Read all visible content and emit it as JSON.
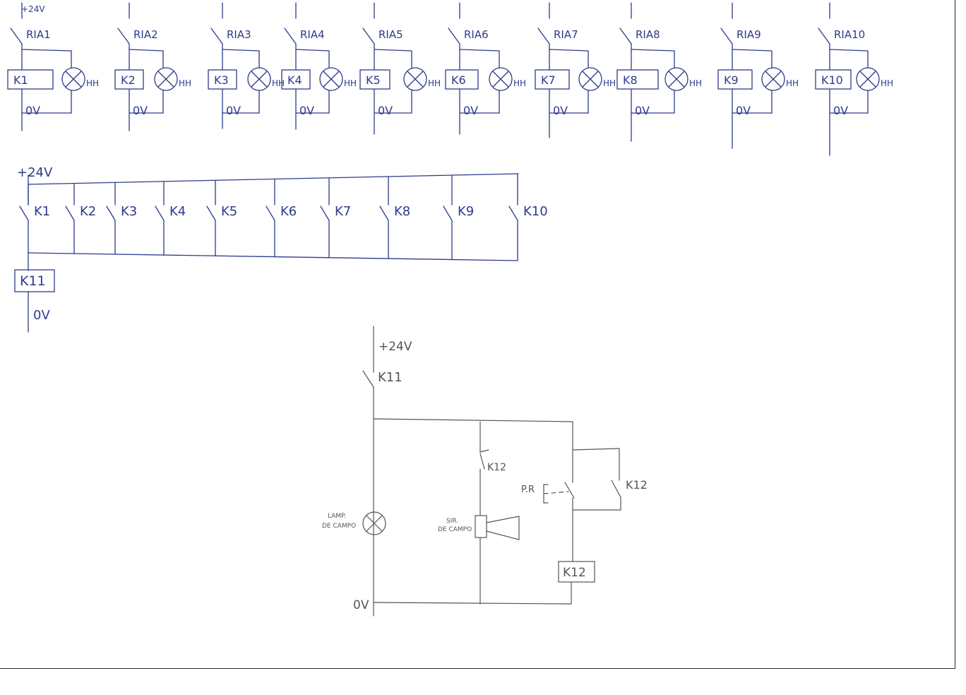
{
  "supply": {
    "plus": "+24V",
    "ground": "0V"
  },
  "lamp_suffix": "HH",
  "top_row": [
    {
      "contact": "RIA1",
      "relay": "K1"
    },
    {
      "contact": "RIA2",
      "relay": "K2"
    },
    {
      "contact": "RIA3",
      "relay": "K3"
    },
    {
      "contact": "RIA4",
      "relay": "K4"
    },
    {
      "contact": "RIA5",
      "relay": "K5"
    },
    {
      "contact": "RIA6",
      "relay": "K6"
    },
    {
      "contact": "RIA7",
      "relay": "K7"
    },
    {
      "contact": "RIA8",
      "relay": "K8"
    },
    {
      "contact": "RIA9",
      "relay": "K9"
    },
    {
      "contact": "RIA10",
      "relay": "K10"
    }
  ],
  "middle": {
    "supply": "+24V",
    "contacts": [
      "K1",
      "K2",
      "K3",
      "K4",
      "K5",
      "K6",
      "K7",
      "K8",
      "K9",
      "K10"
    ],
    "coil": "K11",
    "ground": "0V"
  },
  "bottom": {
    "supply": "+24V",
    "main_contact": "K11",
    "lamp_label": [
      "LAMP.",
      "DE CAMPO"
    ],
    "siren_label": [
      "SIR.",
      "DE CAMPO"
    ],
    "nc_contact": "K12",
    "pushbutton": "P.R",
    "hold_contact": "K12",
    "coil": "K12",
    "ground": "0V"
  }
}
